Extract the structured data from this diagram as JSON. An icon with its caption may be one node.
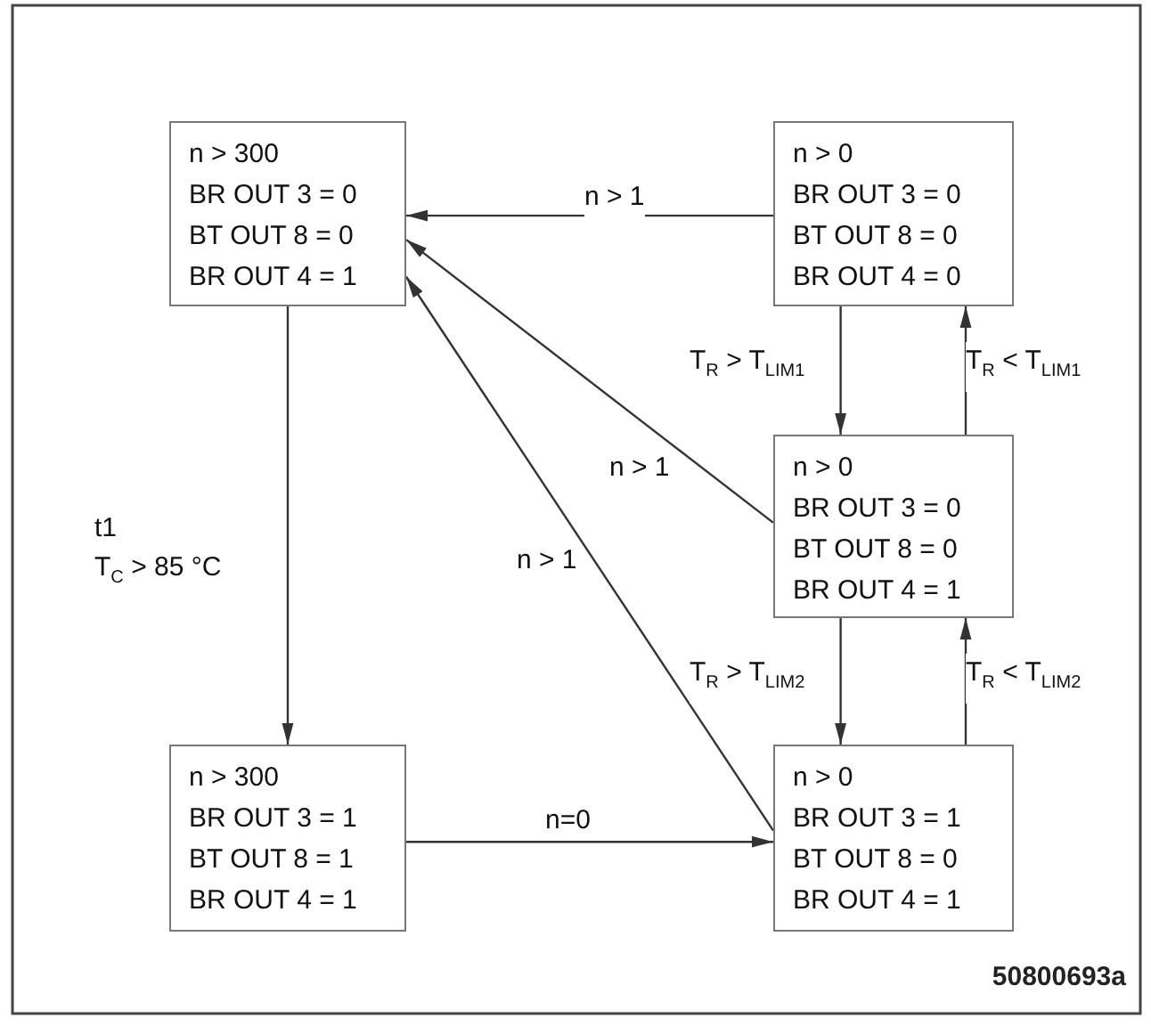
{
  "diagram": {
    "nodes": [
      {
        "text": [
          "n > 300",
          "BR OUT 3 = 0",
          "BT OUT 8 = 0",
          "BR OUT 4 = 1"
        ]
      },
      {
        "text": [
          "n > 0",
          "BR OUT 3 = 0",
          "BT OUT 8 = 0",
          "BR OUT 4 = 0"
        ]
      },
      {
        "text": [
          "n > 0",
          "BR OUT 3 = 0",
          "BT OUT 8 = 0",
          "BR OUT 4 = 1"
        ]
      },
      {
        "text": [
          "n > 300",
          "BR OUT 3 = 1",
          "BT OUT 8 = 1",
          "BR OUT 4 = 1"
        ]
      },
      {
        "text": [
          "n > 0",
          "BR OUT 3 = 1",
          "BT OUT 8 = 0",
          "BR OUT 4 = 1"
        ]
      }
    ],
    "edges": [
      {
        "from": 1,
        "to": 0,
        "arrow": "to",
        "label": "n > 1"
      },
      {
        "from": 2,
        "to": 0,
        "arrow": "to",
        "label": "n > 1"
      },
      {
        "from": 4,
        "to": 0,
        "arrow": "to",
        "label": "n > 1"
      },
      {
        "from": 0,
        "to": 3,
        "arrow": "to",
        "label": "t1 T$_{C}$ > 85 °C"
      },
      {
        "from": 3,
        "to": 4,
        "arrow": "to",
        "label": "n=0"
      },
      {
        "from": 1,
        "to": 2,
        "arrow": "to",
        "label": "T$_{R}$ > T$_{LIM1}$"
      },
      {
        "from": 2,
        "to": 1,
        "arrow": "to",
        "label": "T$_{R}$ < T$_{LIM1}$"
      },
      {
        "from": 2,
        "to": 4,
        "arrow": "to",
        "label": "T$_{R}$ > T$_{LIM2}$"
      },
      {
        "from": 4,
        "to": 2,
        "arrow": "to",
        "label": "T$_{R}$ < T$_{LIM2}$"
      }
    ],
    "labels": [
      "50800693a"
    ]
  }
}
